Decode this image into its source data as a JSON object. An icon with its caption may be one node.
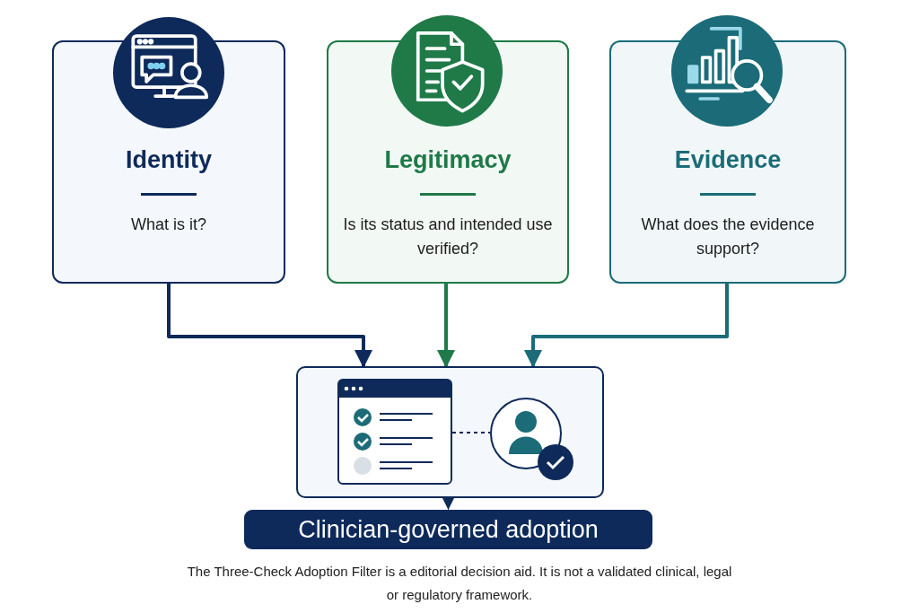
{
  "diagram": {
    "caption": "The Three-Check Adoption Filter is a editorial decision aid. It is not a validated clinical, legal or regulatory framework.",
    "nodes": [
      {
        "text": [
          "Identity",
          "What is it?"
        ]
      },
      {
        "text": [
          "Legitimacy",
          "Is its status and intended use verified?"
        ]
      },
      {
        "text": [
          "Evidence",
          "What does the evidence support?"
        ]
      },
      {
        "text": [],
        "shape": "box"
      },
      {
        "text": [
          "Clinician-governed adoption"
        ]
      }
    ],
    "edges": [
      {
        "from": 0,
        "to": 3,
        "arrow": "to",
        "color": "#0e2a5a"
      },
      {
        "from": 1,
        "to": 3,
        "arrow": "to",
        "color": "#1f7a48"
      },
      {
        "from": 2,
        "to": 3,
        "arrow": "to",
        "color": "#1b6c78"
      },
      {
        "from": 3,
        "to": 4,
        "arrow": "to"
      }
    ]
  }
}
